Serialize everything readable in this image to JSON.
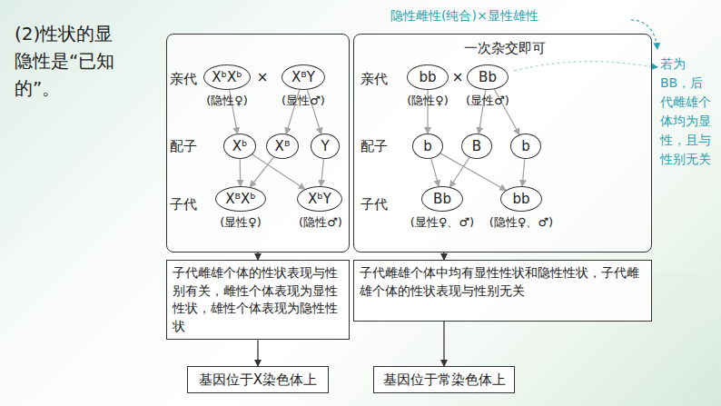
{
  "diagram": {
    "nodes": [
      {
        "text": [
          "亲代",
          "×",
          "(隐性♀)",
          "(显性♂)",
          "配子",
          "子代",
          "(显性♀)",
          "(隐性♂)"
        ]
      },
      {
        "text": [
          "XᵇXᵇ"
        ],
        "in": 0
      },
      {
        "text": [
          "XᴮY"
        ],
        "in": 0
      },
      {
        "text": [
          "Xᵇ"
        ],
        "in": 0
      },
      {
        "text": [
          "Xᴮ"
        ],
        "in": 0
      },
      {
        "text": [
          "Y"
        ],
        "in": 0
      },
      {
        "text": [
          "XᴮXᵇ"
        ],
        "in": 0
      },
      {
        "text": [
          "XᵇY"
        ],
        "in": 0
      },
      {
        "text": [
          "一次杂交即可",
          "亲代",
          "×",
          "(隐性♀)",
          "(显性♂)",
          "配子",
          "子代",
          "(显性♀、♂)",
          "(隐性♀、♂)"
        ]
      },
      {
        "text": [
          "bb"
        ],
        "in": 8
      },
      {
        "text": [
          "Bb"
        ],
        "in": 8
      },
      {
        "text": [
          "b"
        ],
        "in": 8
      },
      {
        "text": [
          "B"
        ],
        "in": 8
      },
      {
        "text": [
          "b"
        ],
        "in": 8
      },
      {
        "text": [
          "Bb"
        ],
        "in": 8
      },
      {
        "text": [
          "bb"
        ],
        "in": 8
      },
      {
        "text": [
          "子代雌雄个体的性状表现与性别有关，雌性个体表现为显性性状，雄性个体表现为隐性性状"
        ]
      },
      {
        "text": [
          "子代雌雄个体中均有显性性状和隐性性状，子代雌雄个体的性状表现与性别无关"
        ]
      },
      {
        "text": [
          "基因位于X染色体上"
        ]
      },
      {
        "text": [
          "基因位于常染色体上"
        ]
      }
    ],
    "edges": [
      {
        "from": 1,
        "to": 3,
        "arrow": "to"
      },
      {
        "from": 2,
        "to": 4,
        "arrow": "to"
      },
      {
        "from": 2,
        "to": 5,
        "arrow": "to"
      },
      {
        "from": 3,
        "to": 6,
        "arrow": "to"
      },
      {
        "from": 3,
        "to": 7,
        "arrow": "to"
      },
      {
        "from": 4,
        "to": 6,
        "arrow": "to"
      },
      {
        "from": 5,
        "to": 7,
        "arrow": "to"
      },
      {
        "from": 9,
        "to": 11,
        "arrow": "to"
      },
      {
        "from": 10,
        "to": 12,
        "arrow": "to"
      },
      {
        "from": 10,
        "to": 13,
        "arrow": "to"
      },
      {
        "from": 11,
        "to": 14,
        "arrow": "to"
      },
      {
        "from": 11,
        "to": 15,
        "arrow": "to"
      },
      {
        "from": 12,
        "to": 14,
        "arrow": "to"
      },
      {
        "from": 13,
        "to": 15,
        "arrow": "to"
      },
      {
        "from": 0,
        "to": 16,
        "arrow": "to"
      },
      {
        "from": 16,
        "to": 18,
        "arrow": "to"
      },
      {
        "from": 8,
        "to": 17,
        "arrow": "to"
      },
      {
        "from": 17,
        "to": 19,
        "arrow": "to"
      }
    ],
    "labels": [
      "(2)性状的显隐性是“已知的”。",
      "隐性雌性(纯合)×显性雄性",
      "若为BB，后代雌雄个体均为显性，且与性别无关"
    ]
  }
}
